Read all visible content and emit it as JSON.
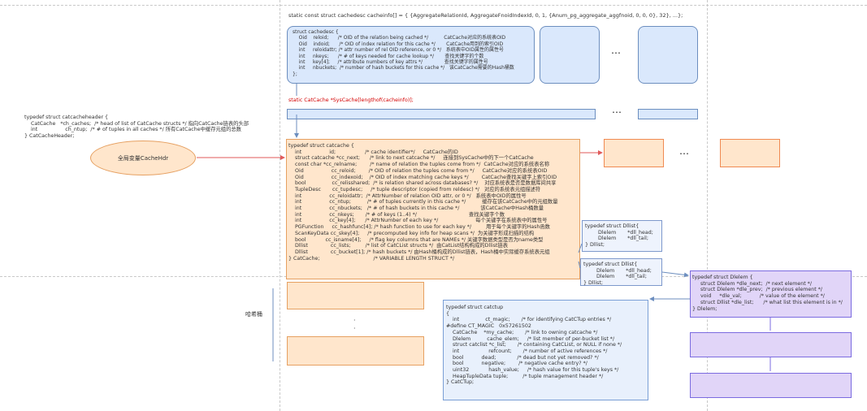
{
  "top_title": "static const struct cachedesc cacheinfo[] = { {AggregateRelationId, AggregateFnoidIndexId, 0, 1, {Anum_pg_aggregate_aggfnoid, 0, 0, 0}, 32}, ...};",
  "cachedesc_code": "struct cachedesc {\n    Oid    reloid;      /* OID of the relation being cached */          CatCache对应的系统表OID\n    Oid    indoid;      /* OID of index relation for this cache */       CatCache用到的索引OID\n    int     reloidattr; /* attr number of rel OID reference, or 0 */   系统表中OID属性的属性号\n    int     nkeys;      /* # of keys needed for cache lookup */       查找关键字的个数\n    int     key[4];     /* attribute numbers of key attrs */              查找关键字的属性号\n    int     nbuckets;  /* number of hash buckets for this cache */   该CatCache需要的Hash桶数\n};",
  "syscache_title": "static CatCache *SysCache[lengthof(cacheinfo)];",
  "catcacheheader_code": "typedef struct catcacheheader {\n    CatCache   *ch_caches;  /* head of list of CatCache structs */ 指向CatCache链表的头部\n    int                 ch_ntup;  /* # of tuples in all caches */ 所有CatCache中缓存元组的总数\n} CatCacheHeader;",
  "global_label": "全局变量CacheHdr",
  "catcache_code": "typedef struct catcache {\n    int                 id;                  /* cache identifier*/     CatCache的ID\n    struct catcache *cc_next;      /* link to next catcache */     连接到SysCache中的下一个CatCache\n    const char *cc_relname;        /* name of relation the tuples come from */  CatCache对应的系统表名称\n    Oid                 cc_reloid;        /* OID of relation the tuples come from */     CatCache对应的系统表OID\n    Oid                 cc_indexoid;    /* OID of index matching cache keys */        CatCache查找关键字上索引OID\n    bool                cc_relisshared;  /* is relation shared across databases? */    对应系统表是否是数据库间共享\n    TupleDesc       cc_tupdesc;     /* tuple descriptor (copied from reldesc) */   对应的系统表元组描述符\n    int                 cc_reloidattr;  /* AttrNumber of relation OID attr, or 0 */   系统表中OID的属性号\n    int                 cc_ntup;          /* # of tuples currently in this cache */          缓存在该CatCache中的元组数量\n    int                 cc_nbuckets;   /* # of hash buckets in this cache */             该CatCache中Hash桶数量\n    int                 cc_nkeys;       /* # of keys (1..4) */                                查找关键字个数\n    int                 cc_key[4];      /* AttrNumber of each key */                       每个关键字在系统表中的属性号\n    PGFunction     cc_hashfunc[4]; /* hash function to use for each key */         用于每个关键字的Hash函数\n    ScanKeyData cc_skey[4];     /* precomputed key info for heap scans */  为关键字形成扫描的结构\n    bool            cc_isname[4];     /* flag key columns that are NAMEs */ 关键字数据类型是否为name类型\n    Dllist              cc_lists;         /* list of CatCList structs */  由CatList结构构成的Dllist链表\n    Dllist              cc_bucket[1]; /* hash buckets */ 由Hash桶构成的Dllist链表，Hash桶中实际缓存系统表元组\n} CatCache;                                 /* VARIABLE LENGTH STRUCT */",
  "dllist1_code": "typedef struct Dllist{\n        Dlelem       *dll_head;\n        Dlelem       *dll_tail;\n} Dllist;",
  "dllist2_code": "typedef struct Dllist{\n        Dlelem       *dll_head;\n        Dlelem       *dll_tail;\n} Dllist;",
  "dlelem_code": "typedef struct Dlelem {\n     struct Dlelem *dle_next;  /* next element */\n     struct Dlelem *dle_prev;  /* previous element */\n     void     *dle_val;           /* value of the element */\n     struct Dllist *dle_list;      /* what list this element is in */\n} Dlelem;",
  "catctup_code": "typedef struct catctup\n{\n    int                ct_magic;       /* for identifying CatCTup entries */\n#define CT_MAGIC   0x57261502\n    CatCache    *my_cache;       /* link to owning catcache */\n    Dlelem          cache_elem;     /* list member of per-bucket list */\n    struct catclist *c_list;       /* containing CatCList, or NULL if none */\n    int                  refcount;       /* number of active references */\n    bool           dead;             /* dead but not yet removed? */\n    bool           negative;        /* negative cache entry? */\n    uint32            hash_value;     /* hash value for this tuple's keys */\n    HeapTupleData tuple;         /* tuple management header */\n} CatCTup;",
  "hash_label": "哈希桶",
  "ellipsis": "…",
  "vdot": "·"
}
